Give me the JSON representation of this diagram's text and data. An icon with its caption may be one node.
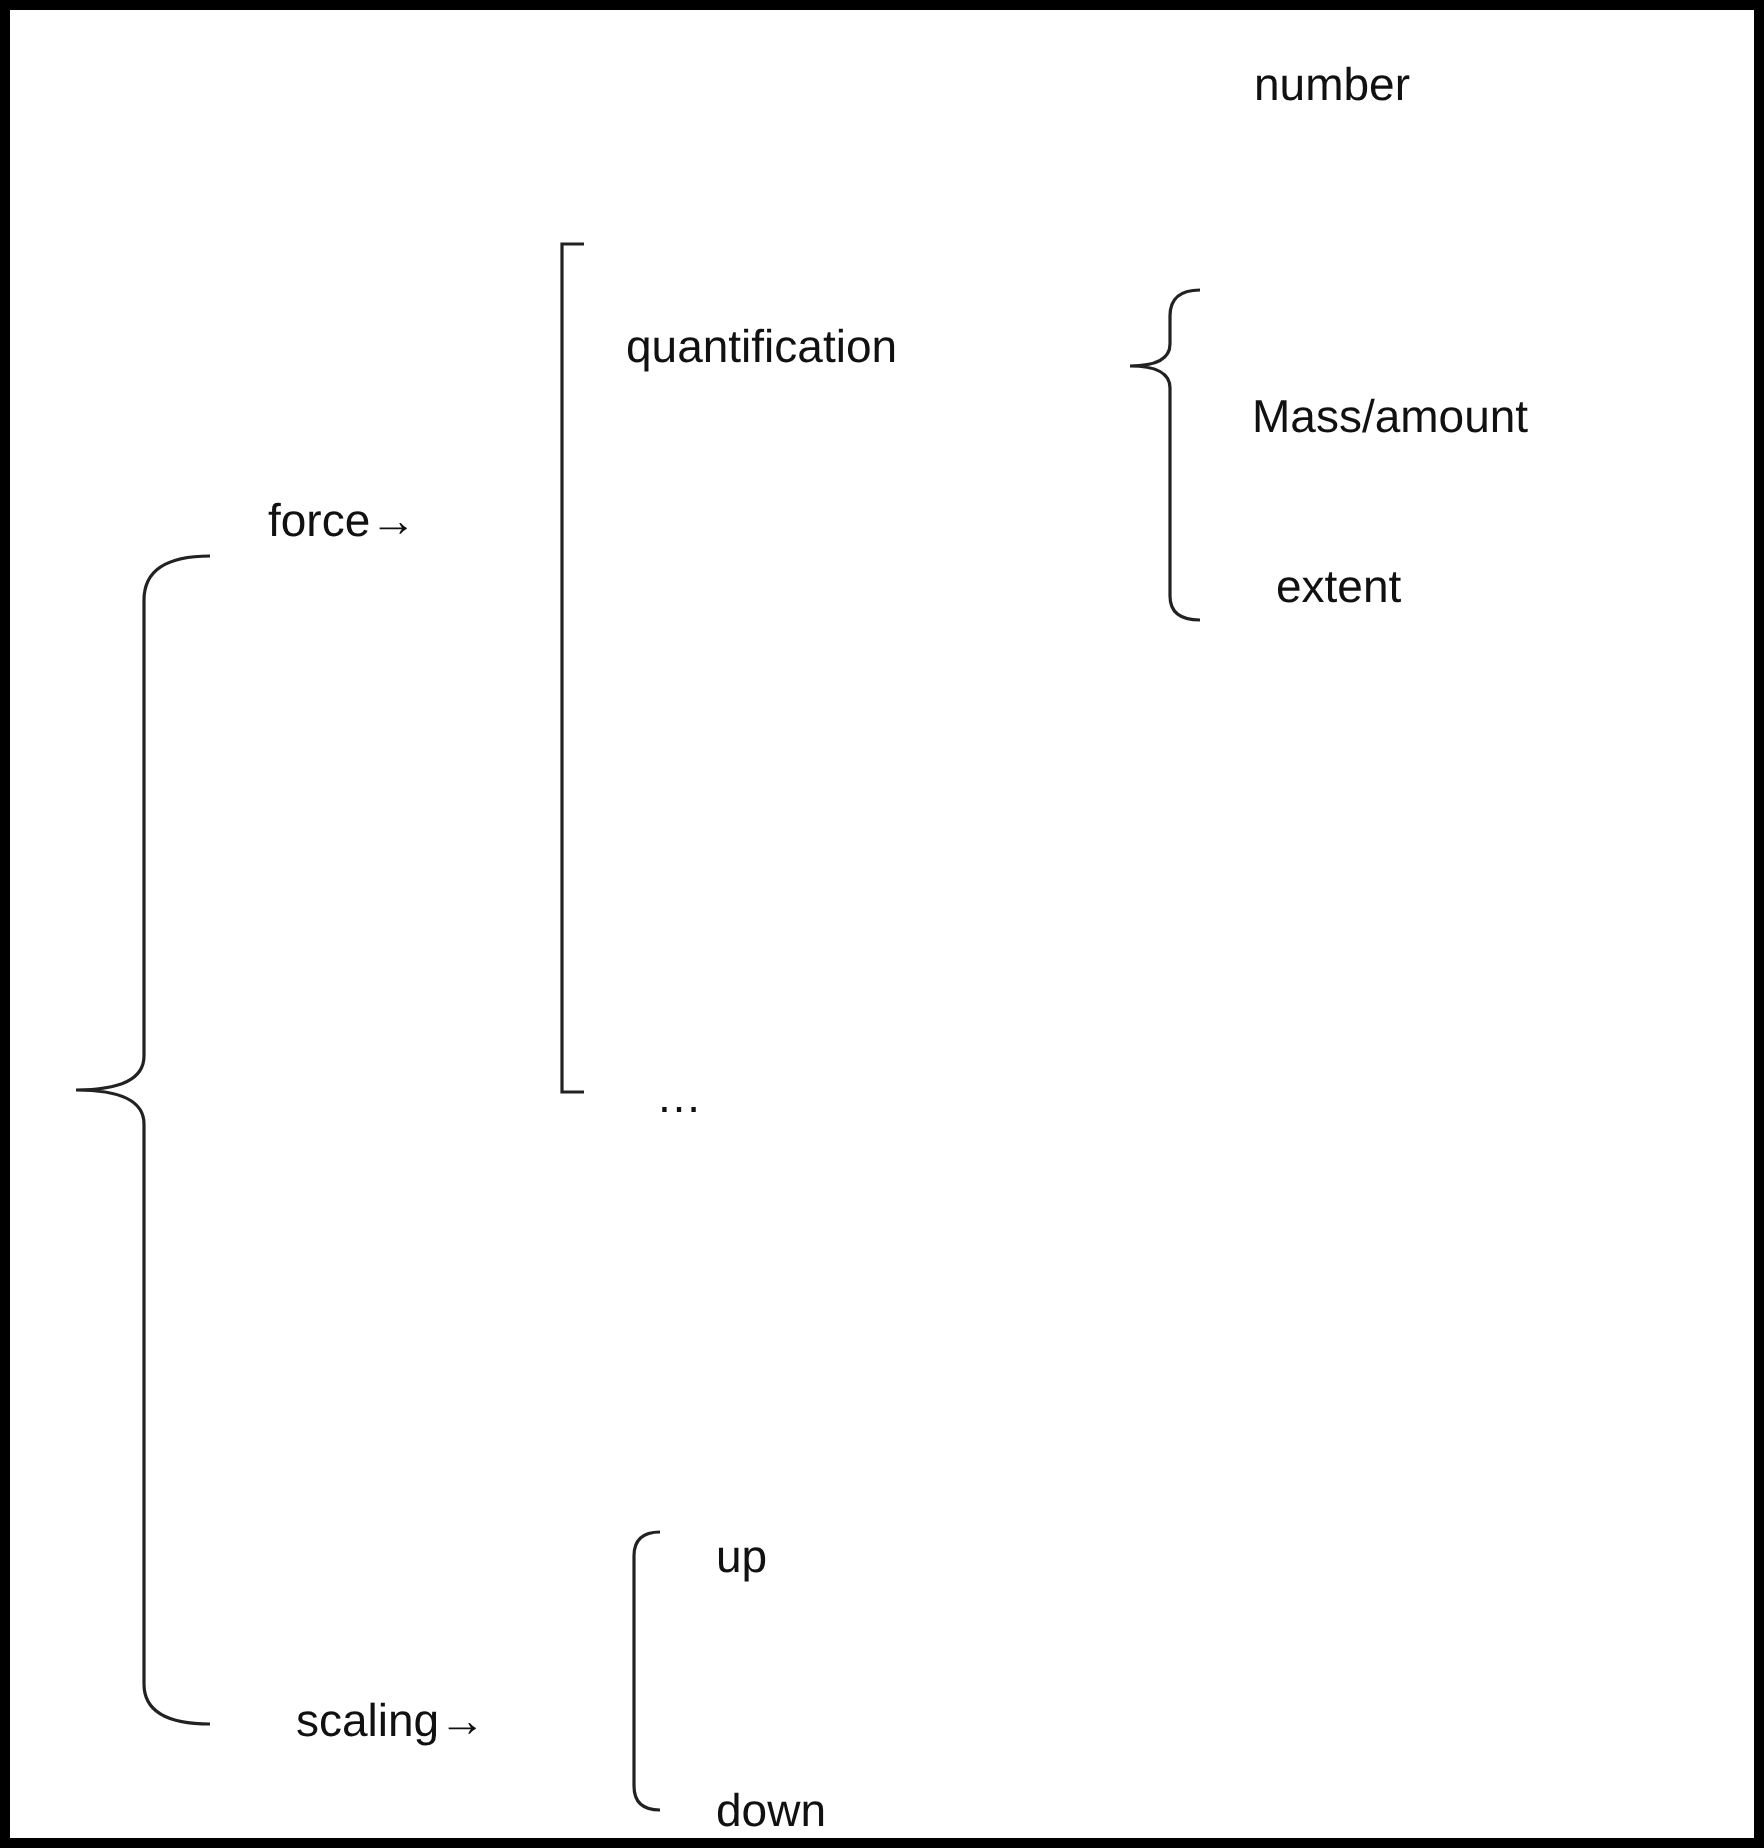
{
  "diagram": {
    "labels": [
      "number",
      "quantification",
      "Mass/amount",
      "force→",
      "extent",
      "…",
      "up",
      "scaling→",
      "down"
    ]
  }
}
